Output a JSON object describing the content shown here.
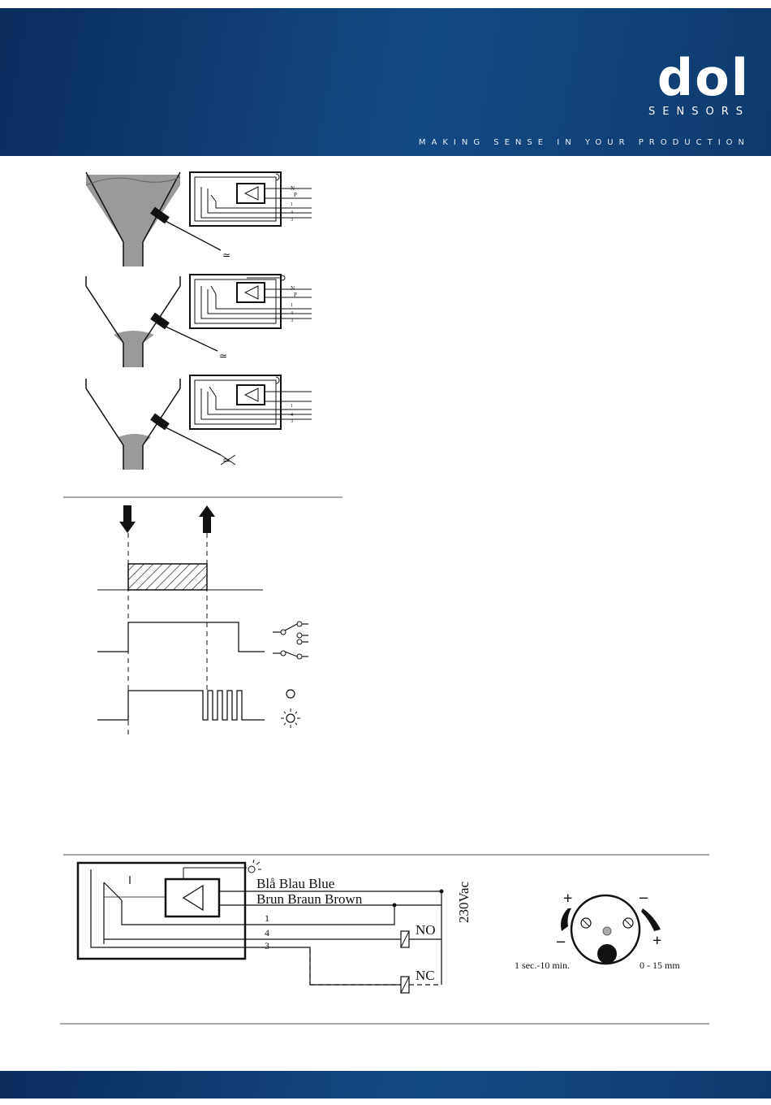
{
  "brand": {
    "logo": "dol",
    "logo_sub": "SENSORS",
    "tagline": "MAKING SENSE IN YOUR PRODUCTION"
  },
  "small_diagrams": {
    "supply_n": "N",
    "supply_p": "P",
    "terminal_1": "1",
    "terminal_4": "4",
    "terminal_3": "3"
  },
  "wiring": {
    "wire_blue": "Blå  Blau  Blue",
    "wire_brown": "Brun  Braun  Brown",
    "terminal_1": "1",
    "terminal_4": "4",
    "terminal_3": "3",
    "no_label": "NO",
    "nc_label": "NC",
    "voltage": "230Vac"
  },
  "adjust": {
    "plus": "+",
    "minus": "–",
    "delay_range": "1  sec.-10 min.",
    "distance_range": "0 - 15 mm"
  },
  "colors": {
    "header": "#0f3d73",
    "material": "#9a9a9a"
  }
}
